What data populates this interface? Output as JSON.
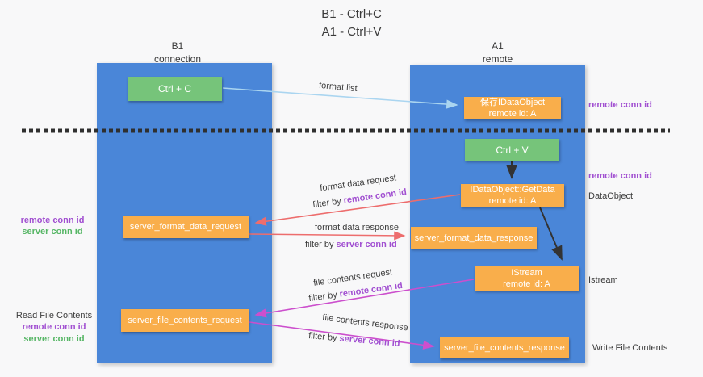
{
  "title": {
    "line1": "B1 - Ctrl+C",
    "line2": "A1 - Ctrl+V"
  },
  "columns": {
    "left": {
      "name": "B1",
      "role": "connection"
    },
    "right": {
      "name": "A1",
      "role": "remote"
    }
  },
  "boxes": {
    "ctrl_c": {
      "label": "Ctrl + C"
    },
    "save_idataobject": {
      "line1": "保存IDataObject",
      "line2": "remote id: A"
    },
    "ctrl_v": {
      "label": "Ctrl + V"
    },
    "getdata": {
      "line1": "IDataObject::GetData",
      "line2": "remote id: A"
    },
    "format_request": {
      "label": "server_format_data_request"
    },
    "format_response": {
      "label": "server_format_data_response"
    },
    "istream": {
      "line1": "IStream",
      "line2": "remote id: A"
    },
    "file_request": {
      "label": "server_file_contents_request"
    },
    "file_response": {
      "label": "server_file_contents_response"
    }
  },
  "flows": {
    "format_list": {
      "text": "format list"
    },
    "format_data_request": {
      "text": "format data request",
      "filter_prefix": "filter by",
      "filter_keyword": "remote conn id"
    },
    "format_data_response": {
      "text": "format data response",
      "filter_prefix": "filter by",
      "filter_keyword": "server conn id"
    },
    "file_contents_request": {
      "text": "file contents request",
      "filter_prefix": "filter by",
      "filter_keyword": "remote conn id"
    },
    "file_contents_response": {
      "text": "file contents response",
      "filter_prefix": "filter by",
      "filter_keyword": "server conn id"
    }
  },
  "side_labels": {
    "left_format": {
      "remote": "remote conn id",
      "server": "server conn id"
    },
    "left_file": {
      "title": "Read File Contents",
      "remote": "remote conn id",
      "server": "server conn id"
    },
    "right_top_conn": "remote conn id",
    "right_dataobject_conn": "remote conn id",
    "right_dataobject": "DataObject",
    "right_istream": "Istream",
    "right_write": "Write File Contents"
  },
  "colors": {
    "column_blue": "#4a86d8",
    "box_green": "#76c47a",
    "box_orange": "#f9ae4b",
    "arrow_light_blue": "#aad5f0",
    "arrow_red": "#ed6d6d",
    "arrow_magenta": "#cc4fcd",
    "keyword_purple": "#a14fd1",
    "keyword_green": "#56b665",
    "divider_black": "#2f2f2f"
  }
}
